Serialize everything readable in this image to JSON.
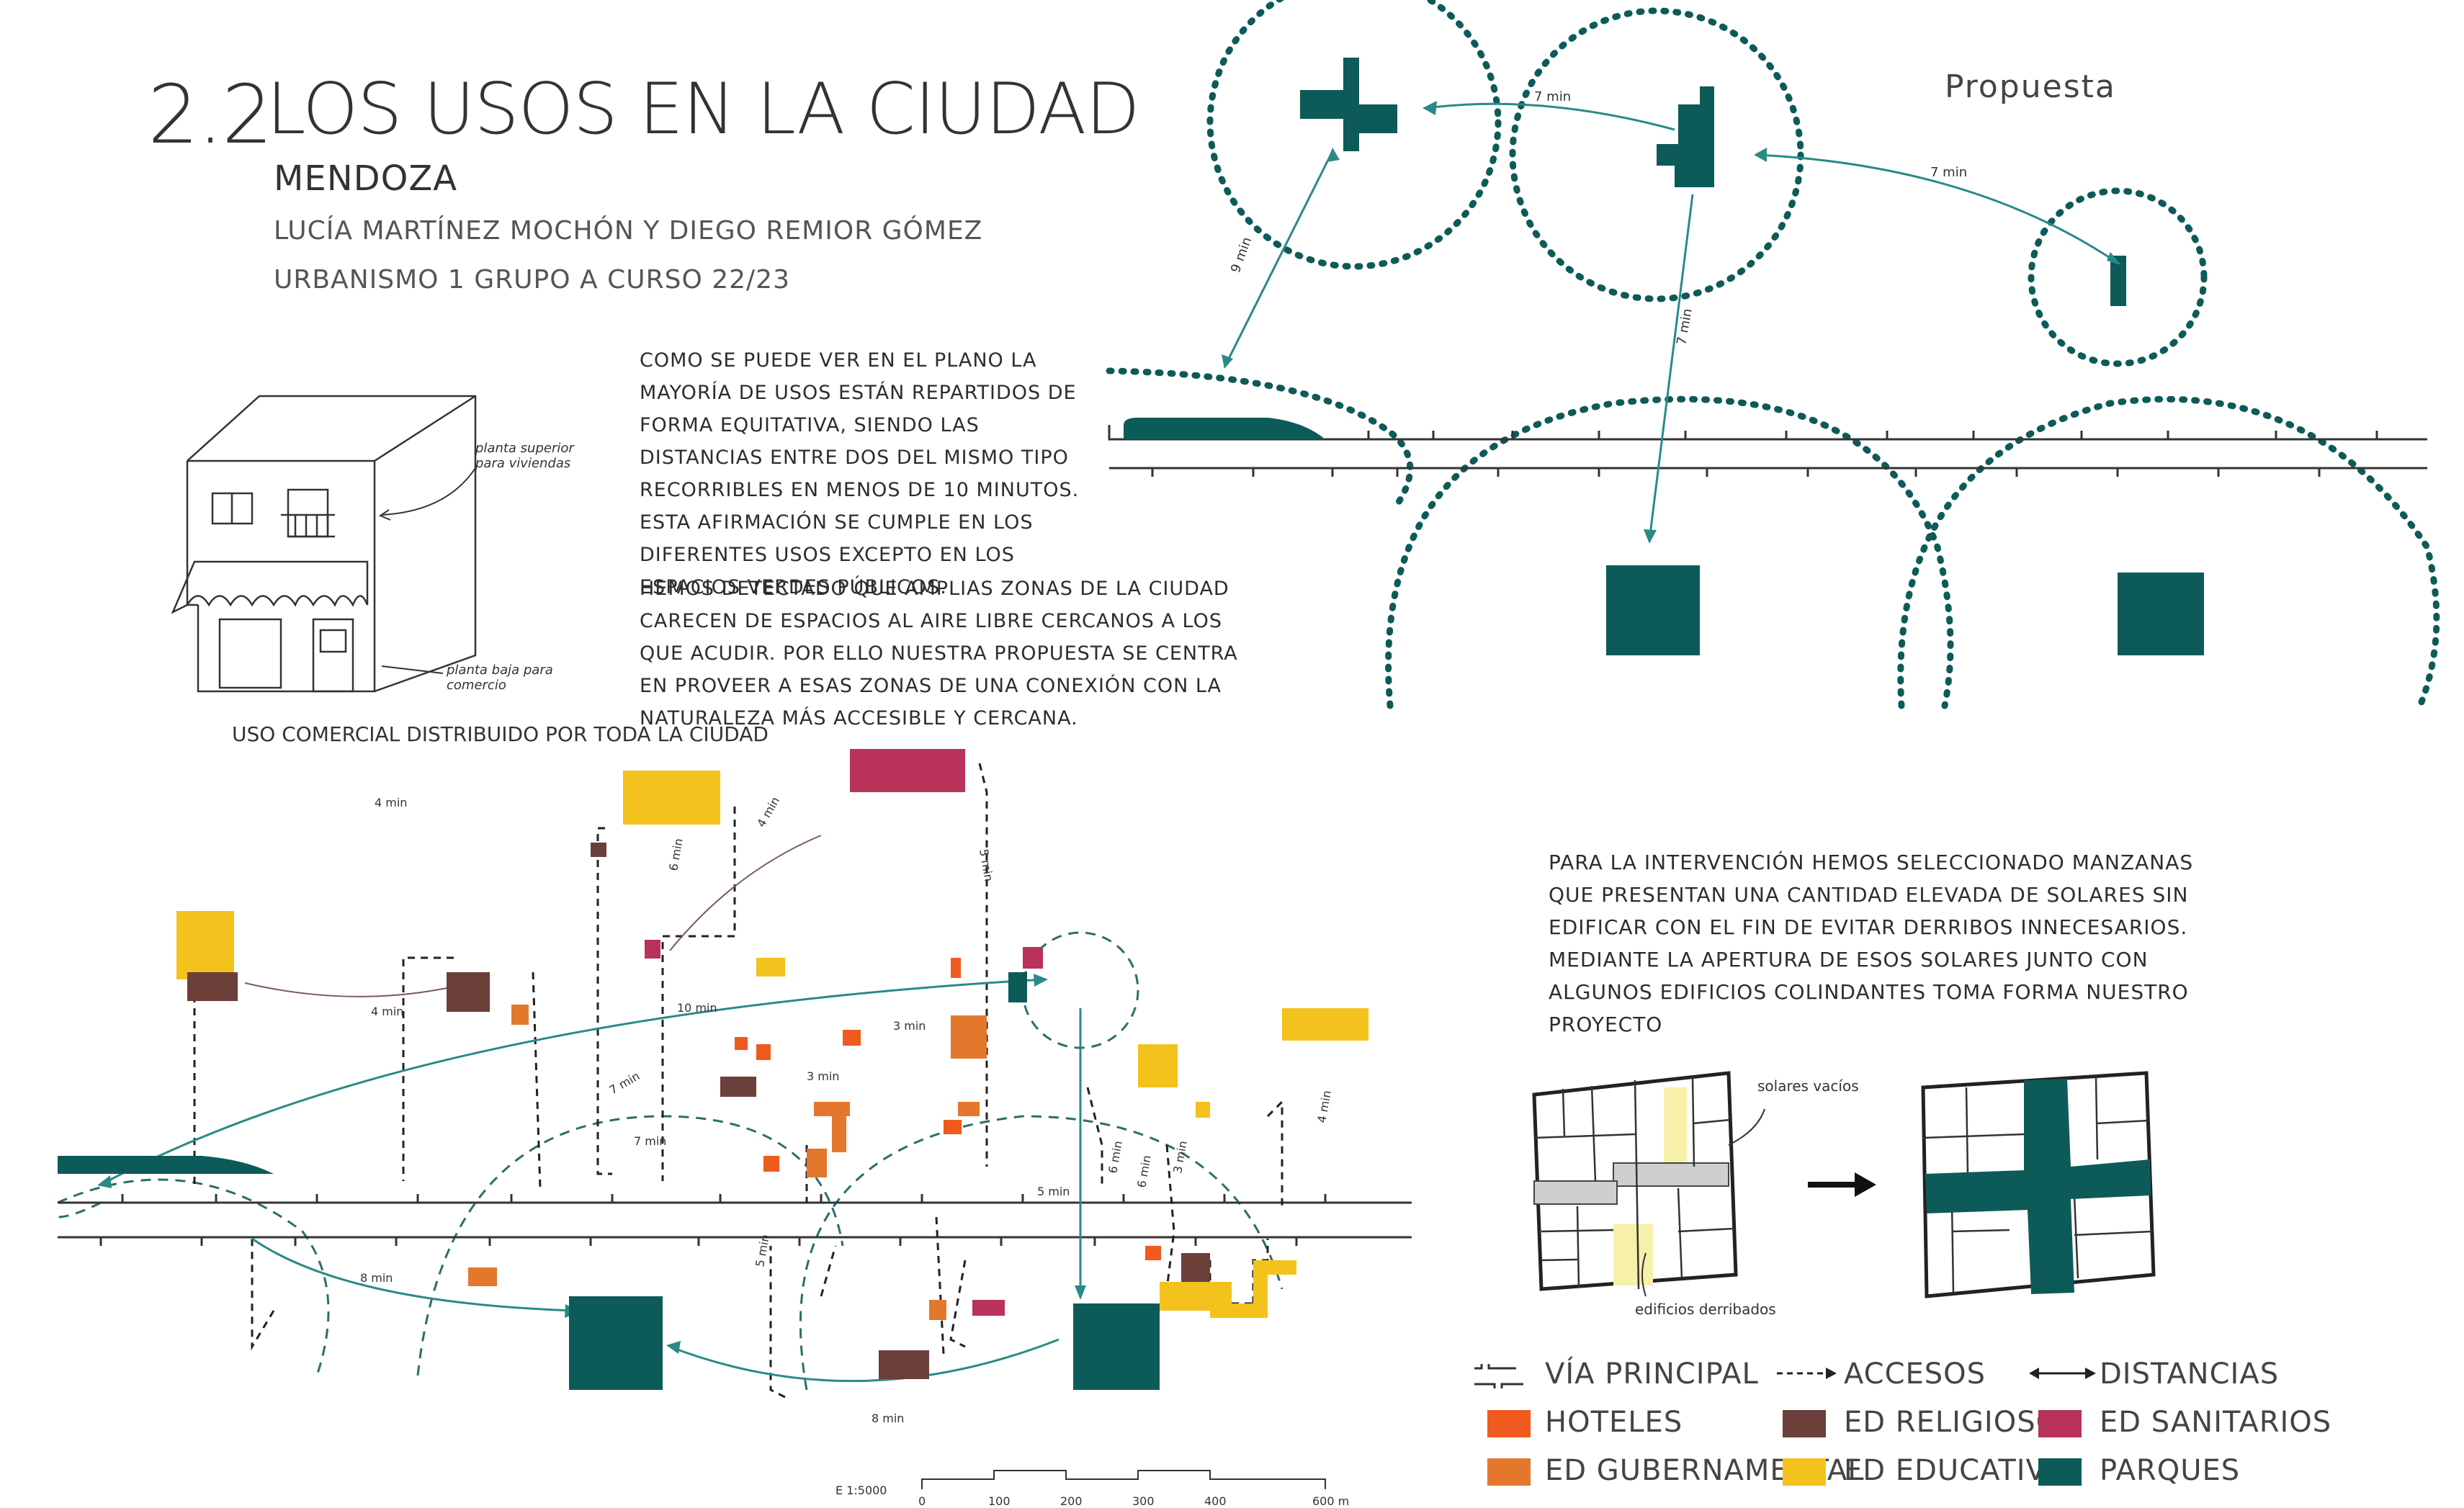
{
  "header": {
    "number": "2.2",
    "title": "LOS USOS EN LA CIUDAD",
    "city": "MENDOZA",
    "authors": "LUCÍA MARTÍNEZ MOCHÓN  Y  DIEGO REMIOR GÓMEZ",
    "course": "URBANISMO 1    GRUPO A    CURSO 22/23"
  },
  "intro": {
    "paragraph1": "Como se puede ver en el plano la mayoría de usos están repartidos de forma equitativa, siendo las distancias entre dos del mismo tipo recorribles en menos de 10 minutos. Esta afirmación se cumple en los diferentes usos excepto en los espacios verdes públicos.",
    "paragraph2": "Hemos detectado que amplias zonas de la ciudad carecen de espacios al aire libre cercanos a los que acudir. Por ello nuestra propuesta se centra en proveer a esas zonas de una conexión con la naturaleza más accesible y cercana."
  },
  "building_sketch": {
    "caption": "USO COMERCIAL DISTRIBUIDO POR TODA LA CIUDAD",
    "note_upper": "planta superior para viviendas",
    "note_lower": "planta baja para comercio"
  },
  "proposal": {
    "title": "Propuesta",
    "times": [
      "7 min",
      "7 min",
      "9 min",
      "7 min"
    ]
  },
  "map": {
    "times": [
      "4 min",
      "4 min",
      "6 min",
      "4 min",
      "5 min",
      "3 min",
      "3 min",
      "10 min",
      "7 min",
      "7 min",
      "5 min",
      "6 min",
      "8 min",
      "3 min",
      "5 min",
      "8 min",
      "4 min",
      "6 min"
    ]
  },
  "intervention": {
    "text": "Para la intervención hemos seleccionado manzanas que presentan una cantidad elevada de solares sin edificar con el fin de evitar derribos innecesarios. Mediante la apertura de esos solares junto con algunos edificios colindantes toma forma nuestro proyecto",
    "label_empty_lots": "solares vacíos",
    "label_demolished": "edificios derribados"
  },
  "legend": {
    "items": [
      {
        "label": "VÍA PRINCIPAL",
        "kind": "road"
      },
      {
        "label": "ACCESOS",
        "kind": "dashed-arrow"
      },
      {
        "label": "DISTANCIAS",
        "kind": "double-arrow"
      },
      {
        "label": "HOTELES",
        "kind": "swatch",
        "color": "#f05a1e"
      },
      {
        "label": "ED RELIGIOSO",
        "kind": "swatch",
        "color": "#6b3f3a"
      },
      {
        "label": "ED SANITARIOS",
        "kind": "swatch",
        "color": "#b8325a"
      },
      {
        "label": "ED GUBERNAMENTAL",
        "kind": "swatch",
        "color": "#e3782d"
      },
      {
        "label": "ED EDUCATIVO",
        "kind": "swatch",
        "color": "#f3c21c"
      },
      {
        "label": "PARQUES",
        "kind": "swatch",
        "color": "#0d5b58"
      }
    ]
  },
  "scale": {
    "label": "E 1:5000",
    "ticks": [
      "0",
      "100",
      "200",
      "300",
      "400",
      "600 m"
    ]
  },
  "colors": {
    "park": "#0d5b58",
    "education": "#f3c21c",
    "religious": "#6b3f3a",
    "health": "#b8325a",
    "government": "#e3782d",
    "hotel": "#f05a1e",
    "route": "#2a8a86",
    "ink": "#222222"
  }
}
